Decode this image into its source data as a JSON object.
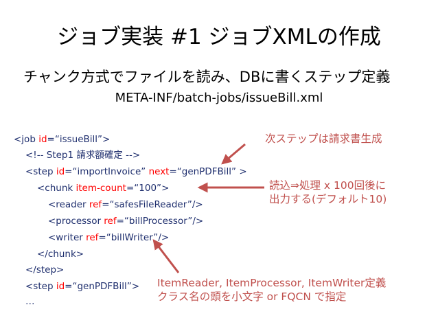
{
  "title": "ジョブ実装 #1 ジョブXMLの作成",
  "subtitle": "チャンク方式でファイルを読み、DBに書くステップ定義",
  "filepath": "META-INF/batch-jobs/issueBill.xml",
  "code": {
    "job": {
      "open": "<job ",
      "attr": "id",
      "eq": "=",
      "val": "“issueBill”",
      "close": ">"
    },
    "comment": {
      "text": "<!-- Step1 請求額確定 -->"
    },
    "step1": {
      "open": "<step ",
      "attr1": "id",
      "eq1": "=",
      "val1": "“importInvoice”",
      "attr2": " next",
      "eq2": "=",
      "val2": "“genPDFBill”",
      "close": " >"
    },
    "chunk": {
      "open": "<chunk ",
      "attr": "item-count",
      "eq": "=",
      "val": "“100”",
      "close": ">"
    },
    "reader": {
      "open": "<reader ",
      "attr": "ref",
      "eq": "=",
      "val": "“safesFileReader”",
      "close": "/>"
    },
    "processor": {
      "open": "<processor ",
      "attr": "ref",
      "eq": "=",
      "val": "“billProcessor”",
      "close": "/>"
    },
    "writer": {
      "open": "<writer ",
      "attr": "ref",
      "eq": "=",
      "val": "“billWriter”",
      "close": "/>"
    },
    "chunk_close": "</chunk>",
    "step_close": "</step>",
    "step2": {
      "open": "<step ",
      "attr": "id",
      "eq": "=",
      "val": "“genPDFBill”",
      "close": ">"
    },
    "ellipsis": "…"
  },
  "notes": {
    "next_step": "次ステップは請求書生成",
    "chunk_line1": "読込⇒処理 x 100回後に",
    "chunk_line2": "出力する(デフォルト10)",
    "items_line1": "ItemReader, ItemProcessor, ItemWriter定義",
    "items_line2": "クラス名の頭を小文字 or FQCN で指定"
  },
  "colors": {
    "accent": "#c0504d",
    "tag": "#1f2f6e",
    "attribute": "#ff0000"
  }
}
